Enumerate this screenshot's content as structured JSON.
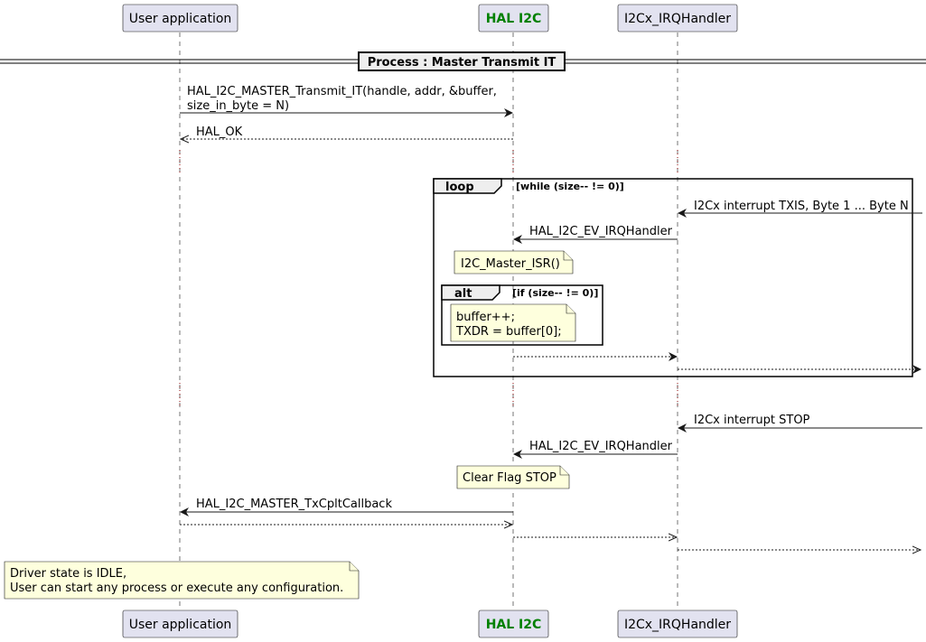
{
  "participants": {
    "user_app": "User application",
    "hal_i2c": "HAL I2C",
    "irq_handler": "I2Cx_IRQHandler"
  },
  "divider": {
    "label": "Process :  Master Transmit IT"
  },
  "messages": {
    "transmit_line1": "HAL_I2C_MASTER_Transmit_IT(handle, addr, &buffer,",
    "transmit_line2": " size_in_byte = N)",
    "hal_ok": "HAL_OK",
    "txis_interrupt": "I2Cx interrupt TXIS, Byte 1 ... Byte N",
    "ev_irq_1": "HAL_I2C_EV_IRQHandler",
    "stop_interrupt": "I2Cx interrupt STOP",
    "ev_irq_2": "HAL_I2C_EV_IRQHandler",
    "tx_cplt_callback": "HAL_I2C_MASTER_TxCpltCallback"
  },
  "loop_frame": {
    "keyword": "loop",
    "condition": "[while (size-- != 0)]"
  },
  "alt_frame": {
    "keyword": "alt",
    "condition": "[if (size-- != 0)]"
  },
  "notes": {
    "master_isr": "I2C_Master_ISR()",
    "buffer_line1": "buffer++;",
    "buffer_line2": "TXDR = buffer[0];",
    "clear_flag": "Clear Flag STOP",
    "idle_line1": "Driver state is IDLE,",
    "idle_line2": "User can start any process or execute any configuration."
  }
}
